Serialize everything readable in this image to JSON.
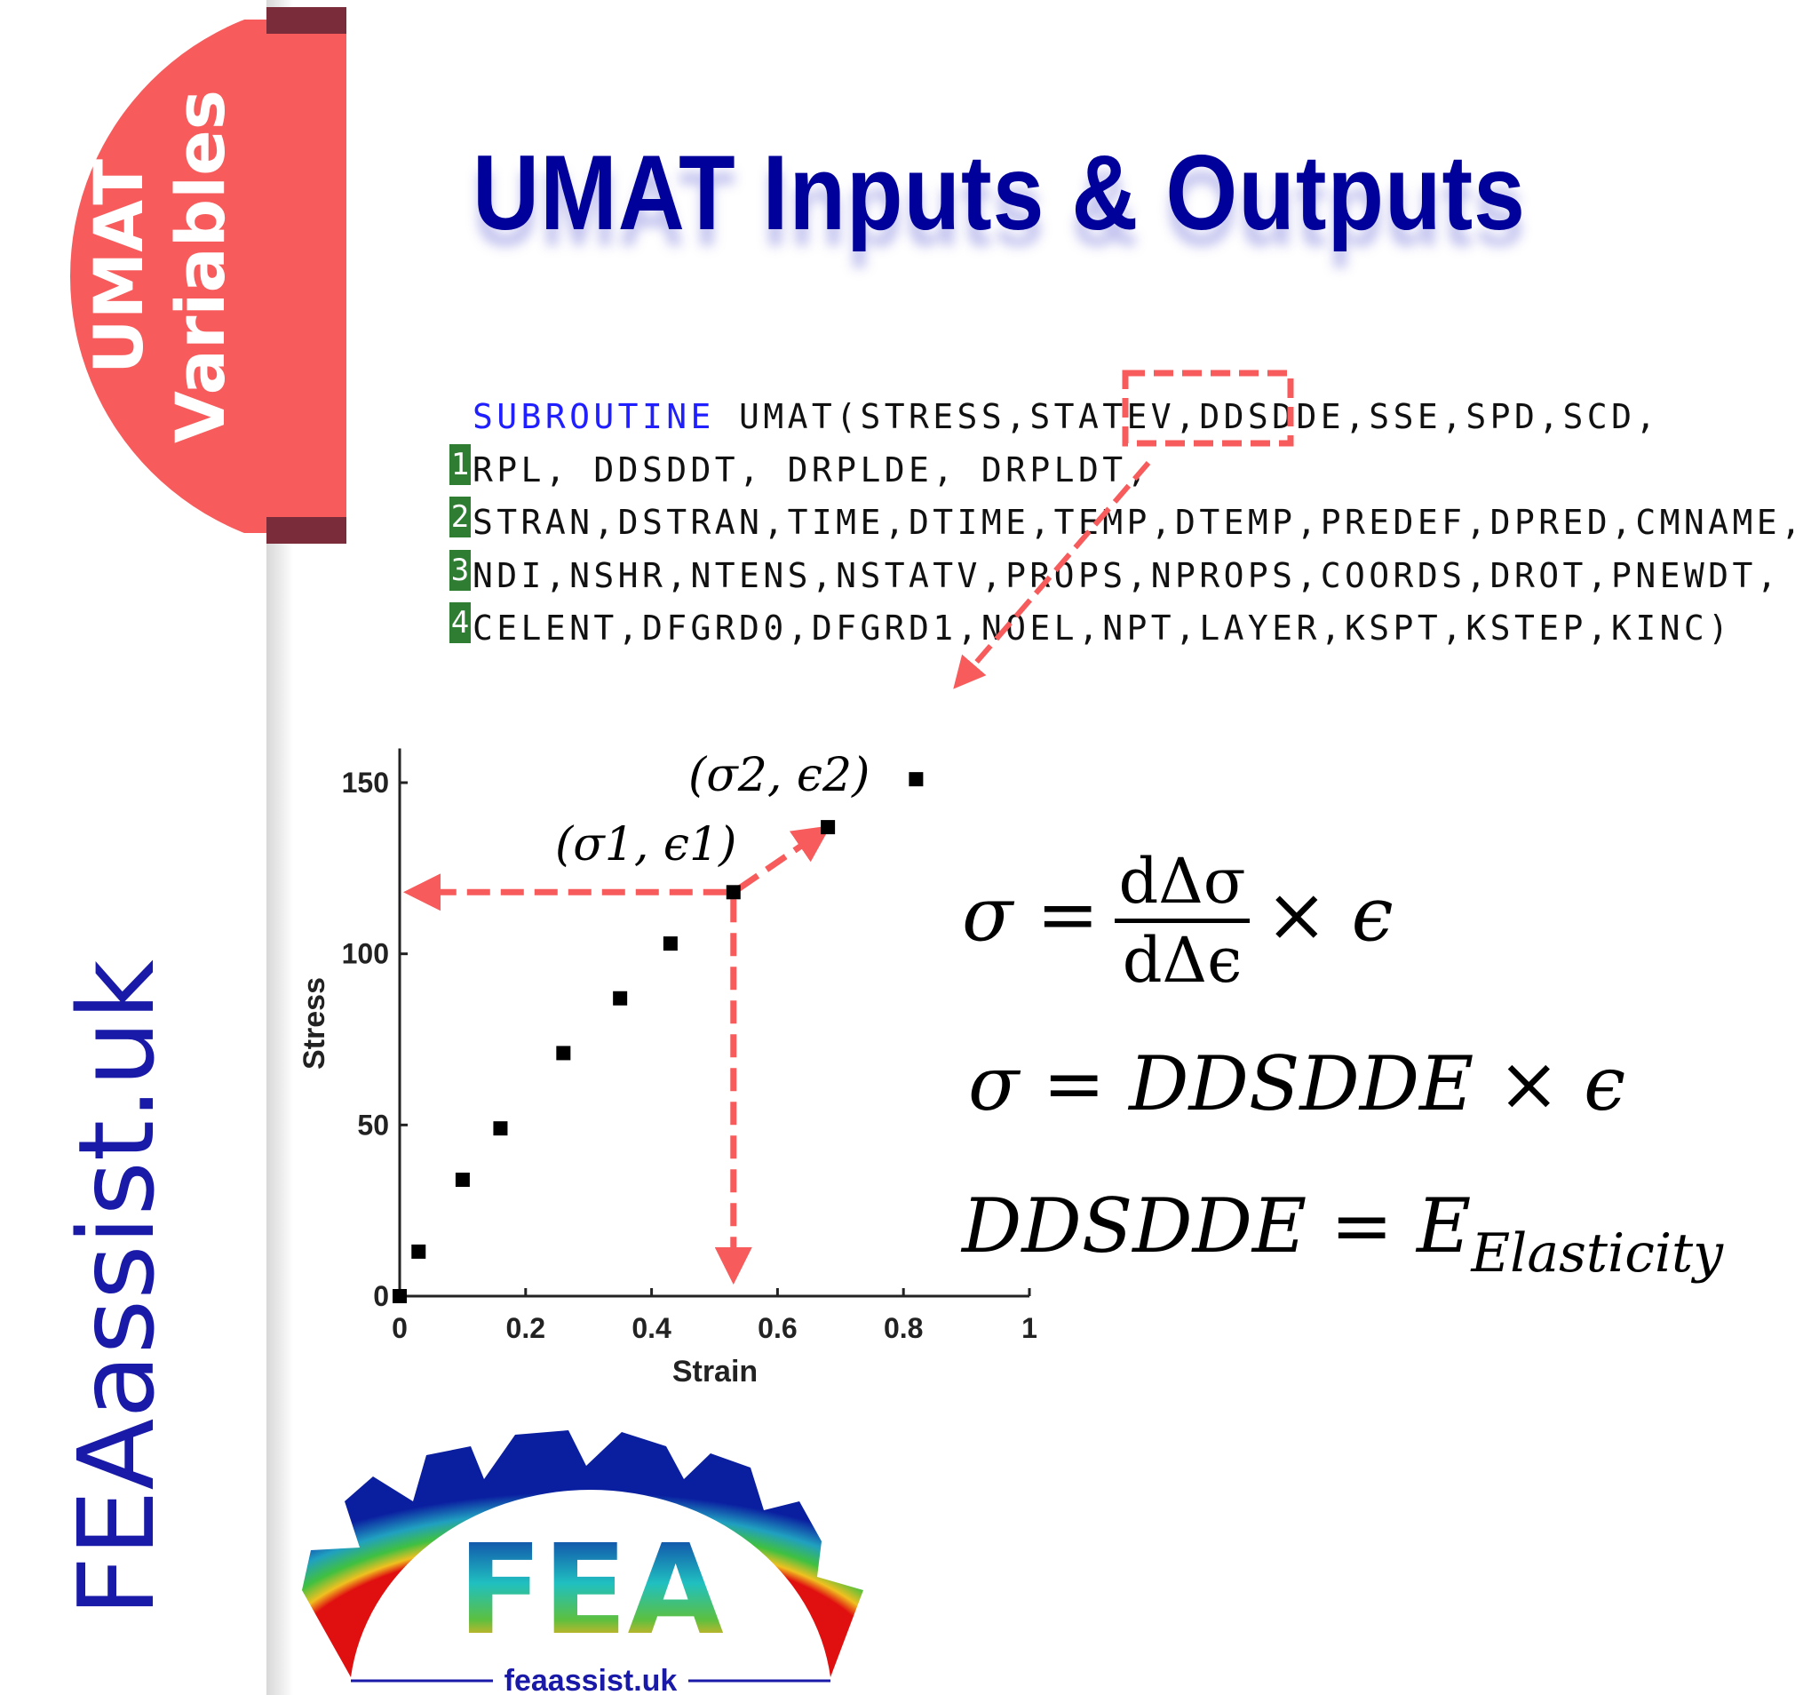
{
  "side_banner": {
    "line1": "UMAT",
    "line2": "Variables",
    "color": "#f75b5b",
    "tab_color": "#7a2c3a"
  },
  "brand_text": "FEAassist.uk",
  "title": "UMAT Inputs & Outputs",
  "code": {
    "keyword": "SUBROUTINE",
    "line0_before": " UMAT(STRESS,STATEV,",
    "highlight": "DDSDDE",
    "line0_after": ",SSE,SPD,SCD,",
    "lines": [
      {
        "num": "1",
        "text": "RPL, DDSDDT, DRPLDE, DRPLDT,"
      },
      {
        "num": "2",
        "text": "STRAN,DSTRAN,TIME,DTIME,TEMP,DTEMP,PREDEF,DPRED,CMNAME,"
      },
      {
        "num": "3",
        "text": "NDI,NSHR,NTENS,NSTATV,PROPS,NPROPS,COORDS,DROT,PNEWDT,"
      },
      {
        "num": "4",
        "text": "CELENT,DFGRD0,DFGRD1,NOEL,NPT,LAYER,KSPT,KSTEP,KINC)"
      }
    ]
  },
  "chart_data": {
    "type": "scatter",
    "xlabel": "Strain",
    "ylabel": "Stress",
    "xlim": [
      0,
      1
    ],
    "ylim": [
      0,
      160
    ],
    "xticks": [
      "0",
      "0.2",
      "0.4",
      "0.6",
      "0.8",
      "1"
    ],
    "yticks": [
      "0",
      "50",
      "100",
      "150"
    ],
    "grid": false,
    "x": [
      0,
      0.03,
      0.1,
      0.16,
      0.26,
      0.35,
      0.43,
      0.53,
      0.68,
      0.82
    ],
    "y": [
      0,
      13,
      34,
      49,
      71,
      87,
      103,
      118,
      137,
      151
    ],
    "annotations": [
      {
        "text": "(σ1, ϵ1)",
        "x": 0.53,
        "y": 118
      },
      {
        "text": "(σ2, ϵ2)",
        "x": 0.68,
        "y": 137
      }
    ],
    "arrow_color": "#f75b5b"
  },
  "equations": {
    "eq1_lhs": "σ =",
    "eq1_num": "dΔσ",
    "eq1_den": "dΔϵ",
    "eq1_rhs": "× ϵ",
    "eq2": "σ = DDSDDE × ϵ",
    "eq3_main": "DDSDDE = E",
    "eq3_sub": "Elasticity"
  },
  "logo": {
    "letters": "FEA",
    "text": "feaassist.uk"
  }
}
